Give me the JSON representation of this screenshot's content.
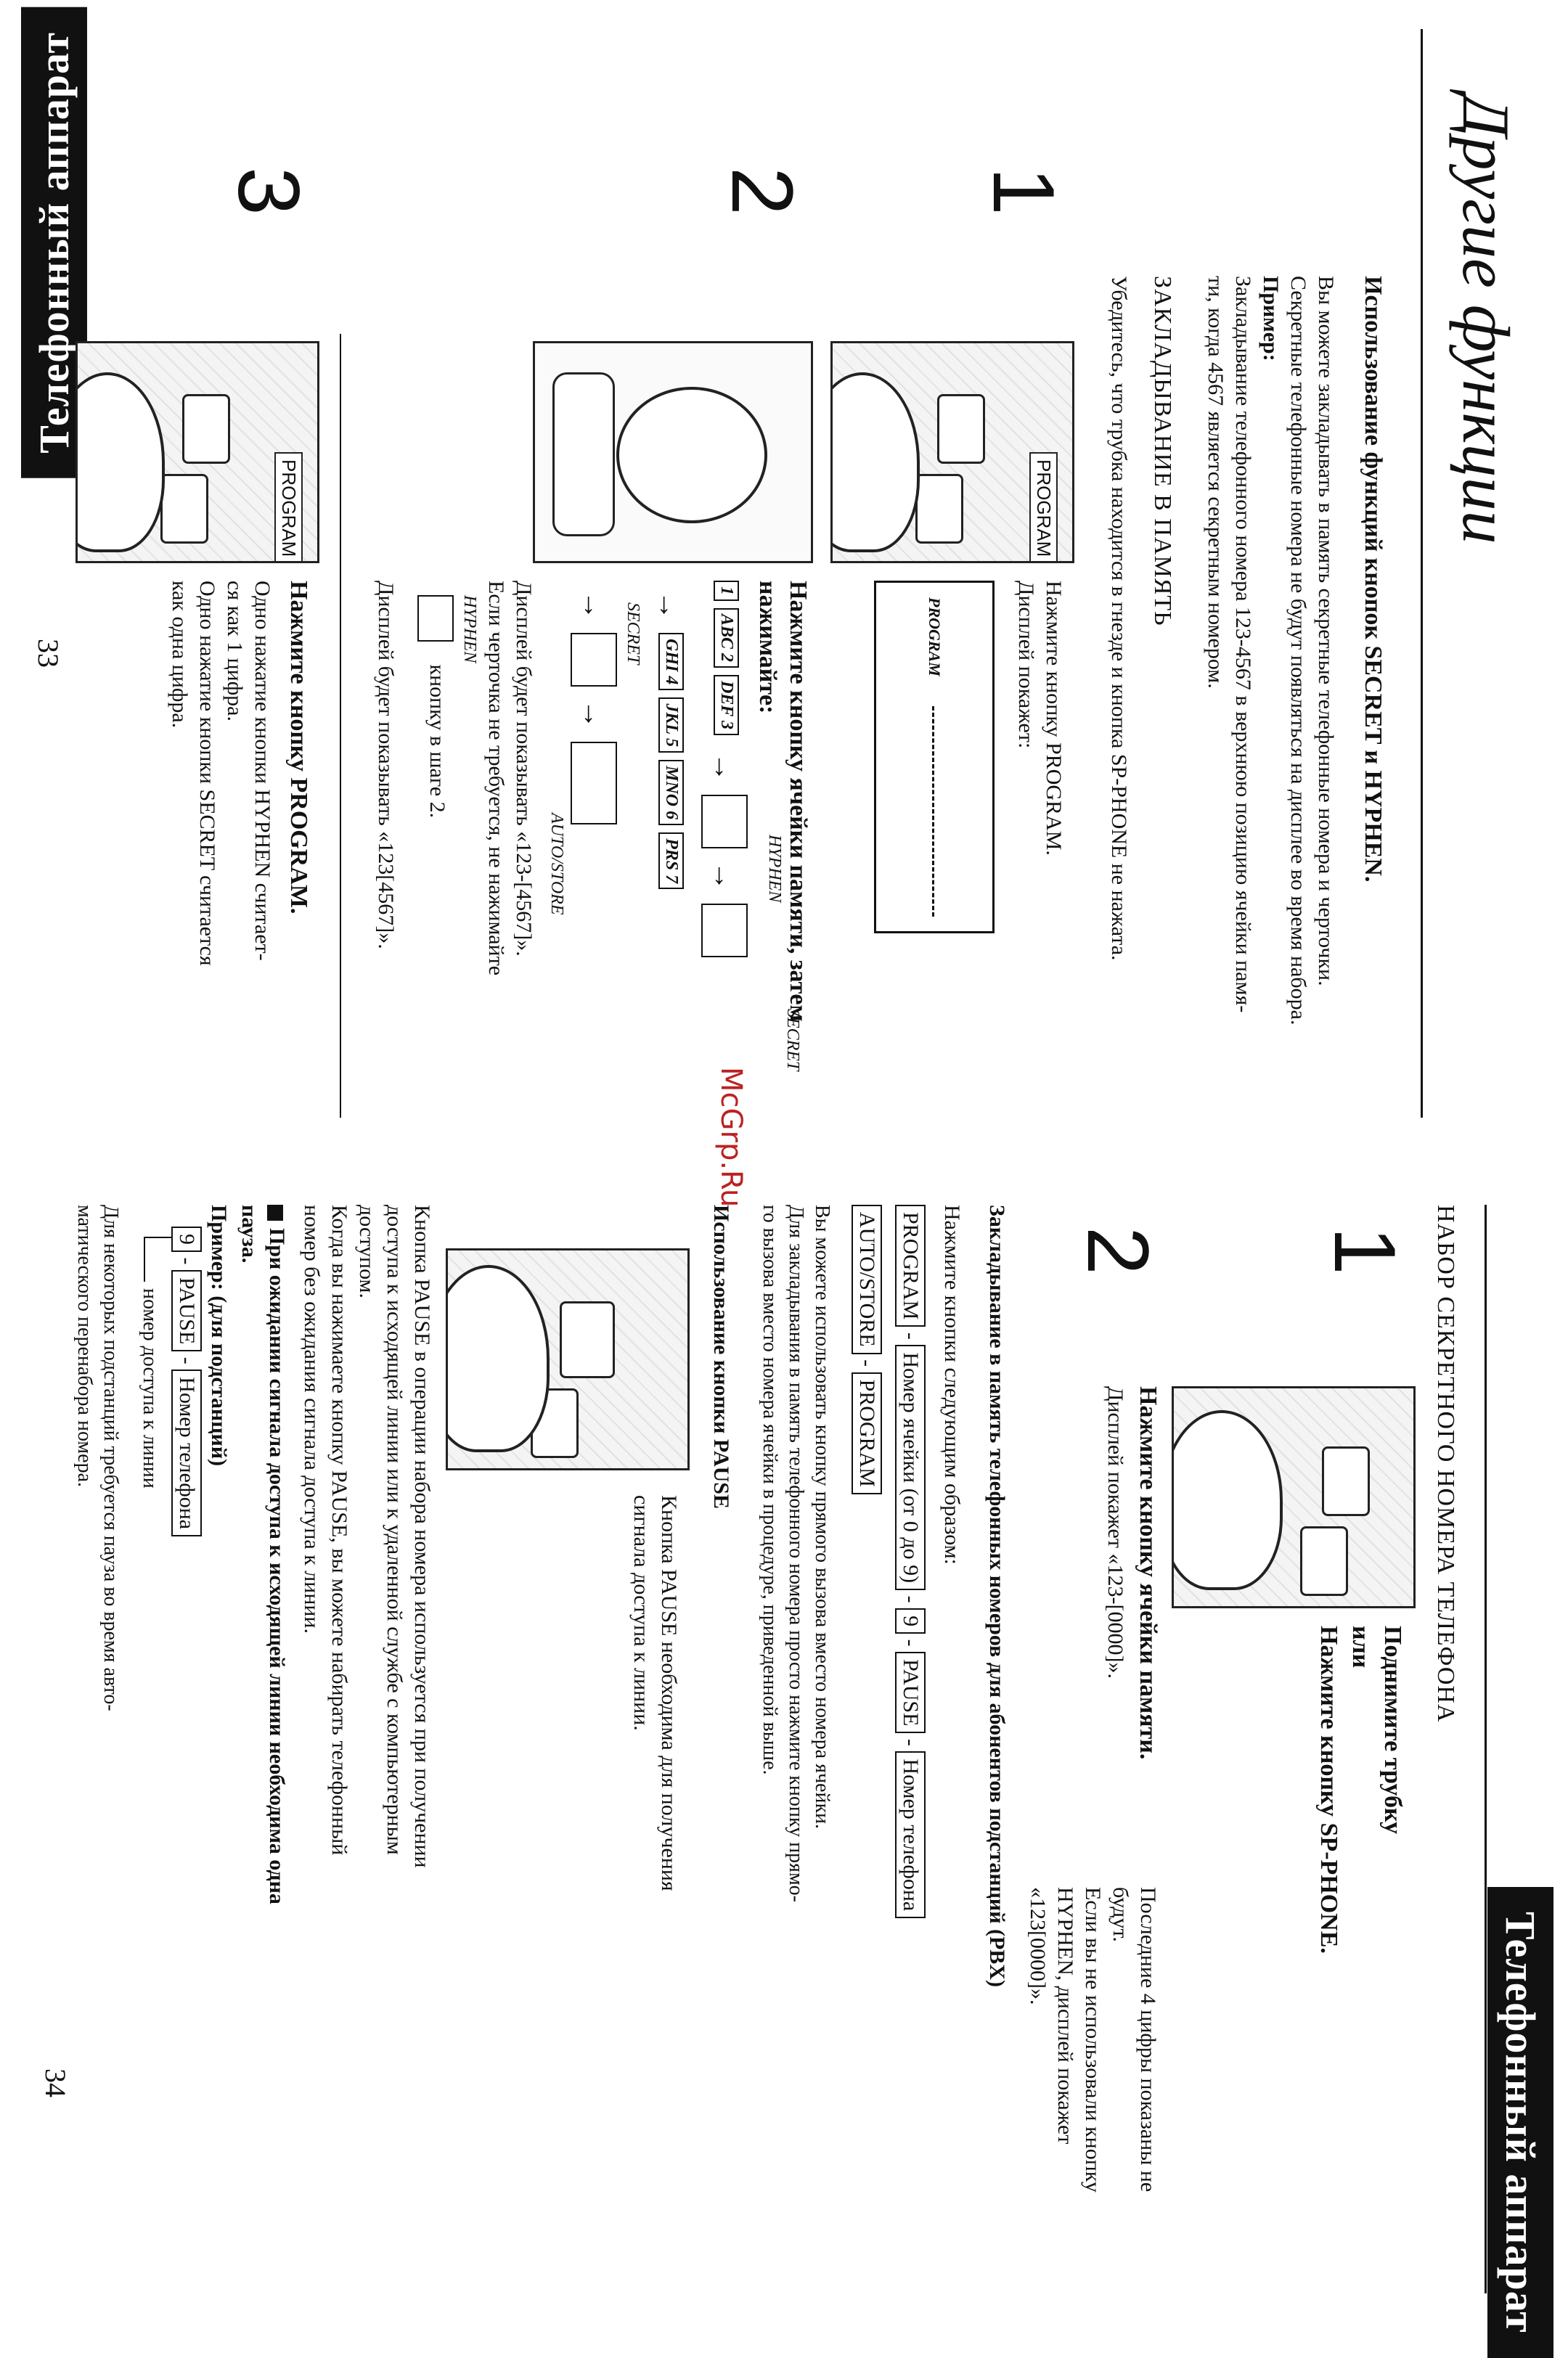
{
  "left_page": {
    "banner": "Телефонный аппарат",
    "section_title": "Другие функции",
    "subheading": "Использование функций кнопок SECRET и HYPHEN.",
    "intro": [
      "Вы можете закладывать в память секретные телефонные номера и черточки.",
      "Секретные телефонные номера не будут появляться на дисплее во время набора."
    ],
    "example_label": "Пример:",
    "example_text": [
      "Закладывание телефонного номера 123-4567 в верхнюю позицию ячейки памя-",
      "ти, когда 4567 является секретным номером."
    ],
    "mem_heading": "ЗАКЛАДЫВАНИЕ В ПАМЯТЬ",
    "mem_note": "Убедитесь, что трубка находится в гнезде и кнопка SP-PHONE не нажата.",
    "step1": {
      "num": "1",
      "illus_label": "PROGRAM",
      "lines": [
        "Нажмите кнопку PROGRAM.",
        "Дисплей покажет:"
      ],
      "display_text": "PROGRAM"
    },
    "step2": {
      "num": "2",
      "heading": [
        "Нажмите кнопку ячейки памяти, затем",
        "нажимайте:"
      ],
      "keys": [
        "1",
        "ABC 2",
        "DEF 3",
        "GHI 4",
        "JKL 5",
        "MNO 6",
        "PRS 7"
      ],
      "labels": {
        "hyphen": "HYPHEN",
        "secret": "SECRET",
        "auto_store": "AUTO/STORE"
      },
      "lines": [
        "Дисплей будет показывать «123-[4567]».",
        "Если черточка не требуется, не нажимайте"
      ],
      "hyphen_note": "кнопку в шаге 2.",
      "display_note": "Дисплей будет показывать «123[4567]»."
    },
    "step3": {
      "num": "3",
      "illus_label": "PROGRAM",
      "heading": "Нажмите кнопку PROGRAM.",
      "lines": [
        "Одно нажатие кнопки HYPHEN считает-",
        "ся как 1 цифра.",
        "Одно нажатие кнопки SECRET считается",
        "как одна цифра."
      ]
    },
    "page_number": "33"
  },
  "right_page": {
    "banner": "Телефонный аппарат",
    "dial_heading": "НАБОР СЕКРЕТНОГО НОМЕРА ТЕЛЕФОНА",
    "step1": {
      "num": "1",
      "lines": [
        "Поднимите трубку",
        "или",
        "Нажмите кнопку SP-PHONE."
      ]
    },
    "step2": {
      "num": "2",
      "heading": "Нажмите кнопку ячейки памяти.",
      "subline": "Дисплей покажет «123-[0000]».",
      "side_text": [
        "Последние 4 цифры показаны не",
        "будут.",
        "Если вы не использовали кнопку",
        "HYPHEN, дисплей покажет",
        "«123[0000]»."
      ]
    },
    "pbx": {
      "heading": "Закладывание в память телефонных номеров для абонентов подстанций (PBX)",
      "intro": "Нажмите кнопки следующим образом:",
      "seq1": [
        "PROGRAM",
        "Номер ячейки (от 0 до 9)",
        "9",
        "PAUSE",
        "Номер телефона"
      ],
      "seq2": [
        "AUTO/STORE",
        "PROGRAM"
      ],
      "notes": [
        "Вы можете использовать кнопку прямого вызова вместо номера ячейки.",
        "Для закладывания в память телефонного номера просто нажмите кнопку прямо-",
        "го вызова вместо номера ячейки в процедуре, приведенной выше."
      ]
    },
    "pause": {
      "heading": "Использование кнопки PAUSE",
      "side_text": [
        "Кнопка PAUSE необходима для получения",
        "сигнала доступа к линии."
      ],
      "body": [
        "Кнопка PAUSE в операции набора номера используется при получении",
        "доступа к исходящей линии или к удаленной службе с компьютерным",
        "доступом.",
        "Когда вы нажимаете кнопку PAUSE, вы можете набирать телефонный",
        "номер без ожидания сигнала доступа к линии."
      ],
      "bullet": [
        "При ожидании сигнала доступа к исходящей линии необходима одна",
        "пауза."
      ],
      "example_label": "Пример: (для подстанций)",
      "example_seq": [
        "9",
        "PAUSE",
        "Номер телефона"
      ],
      "example_caption": "номер доступа к линии",
      "footer": [
        "Для некоторых подстанций требуется пауза во время авто-",
        "матического перенабора номера."
      ]
    },
    "page_number": "34"
  },
  "watermark": "McGrp.Ru"
}
